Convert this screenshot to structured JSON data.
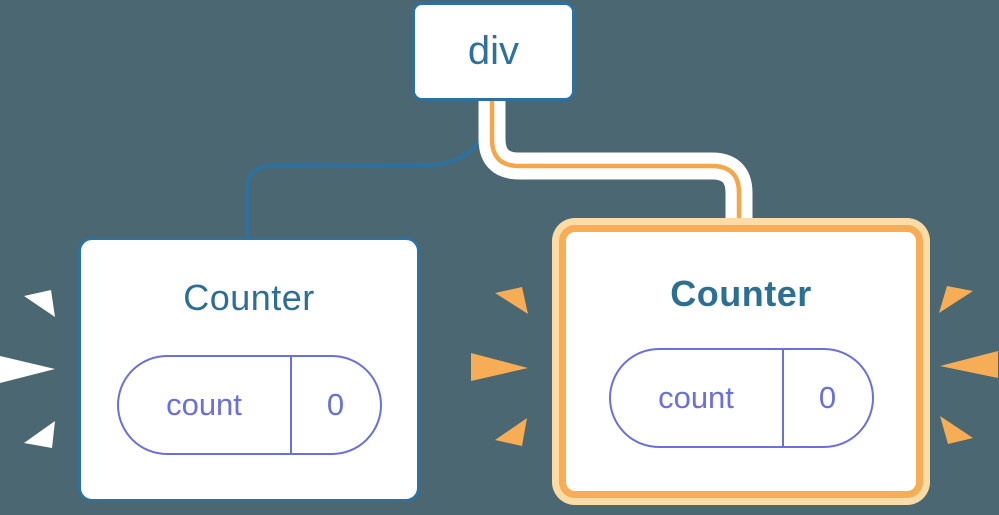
{
  "diagram": {
    "root": {
      "label": "div"
    },
    "children": [
      {
        "label": "Counter",
        "state": {
          "name": "count",
          "value": "0"
        },
        "highlighted": false
      },
      {
        "label": "Counter",
        "state": {
          "name": "count",
          "value": "0"
        },
        "highlighted": true
      }
    ]
  },
  "icons": {
    "sparkles_left_of_first_card": "white-burst-rays-icon",
    "sparkles_around_second_card": "orange-burst-rays-icon",
    "connector_parent_to_first": "blue-elbow-line",
    "connector_parent_to_second": "orange-highlight-elbow-line"
  },
  "colors": {
    "bg": "#4b6771",
    "white": "#ffffff",
    "blue": "#2e719e",
    "heading-blue": "#2d6e93",
    "purple": "#6a6fdb",
    "orange": "#f6ad55",
    "orange-line": "#f3a64a",
    "peach": "#fcdca6"
  }
}
